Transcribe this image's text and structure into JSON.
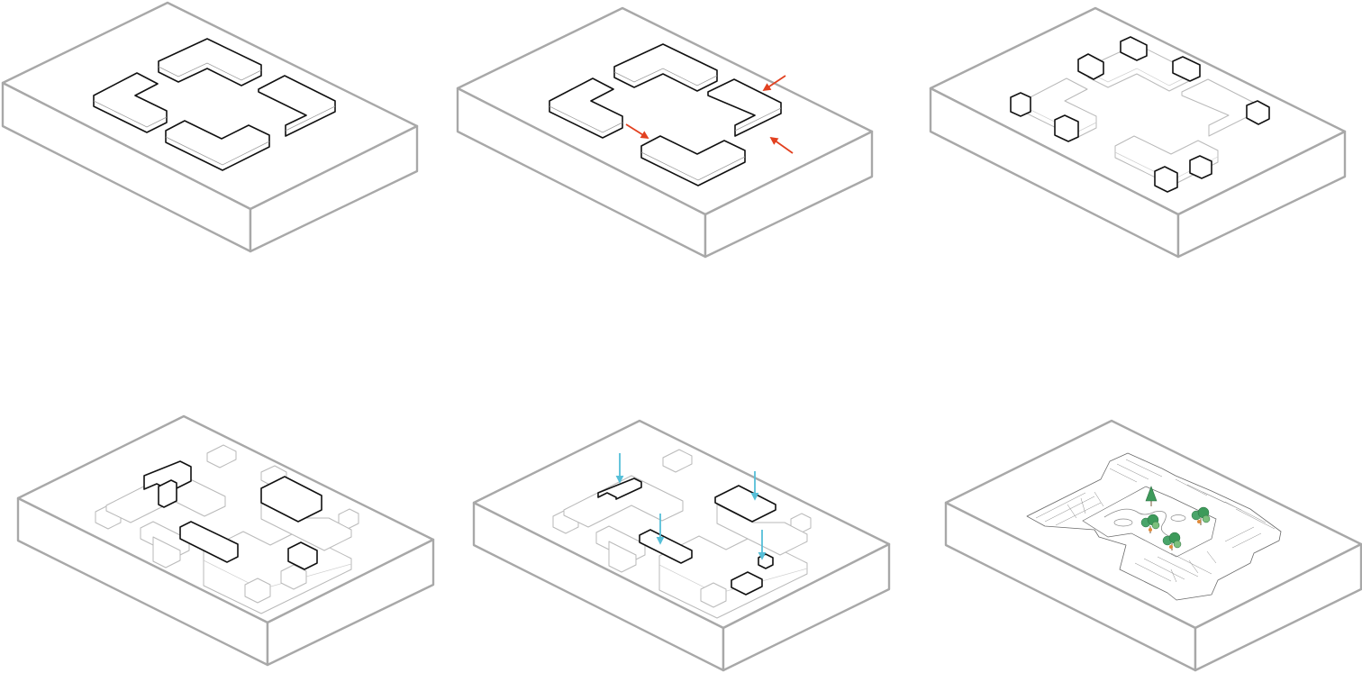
{
  "diagram": {
    "steps": [
      {
        "id": "step-1",
        "operation": "courtyard-arrangement"
      },
      {
        "id": "step-2",
        "operation": "shift-volumes",
        "arrow_color": "#e2401f"
      },
      {
        "id": "step-3",
        "operation": "add-corner-blocks"
      },
      {
        "id": "step-4",
        "operation": "raise-selected-wings"
      },
      {
        "id": "step-5",
        "operation": "push-down-volumes",
        "arrow_color": "#56bfd8"
      },
      {
        "id": "step-6",
        "operation": "final-massing-with-roofs-and-courtyard-trees",
        "tree_color": "#3d9a5a"
      }
    ],
    "colors": {
      "site_outline": "#a8a8a8",
      "active_volume": "#111111",
      "inactive_volume": "#b9b9b9",
      "shift_arrow": "#e2401f",
      "push_arrow": "#56bfd8"
    }
  }
}
